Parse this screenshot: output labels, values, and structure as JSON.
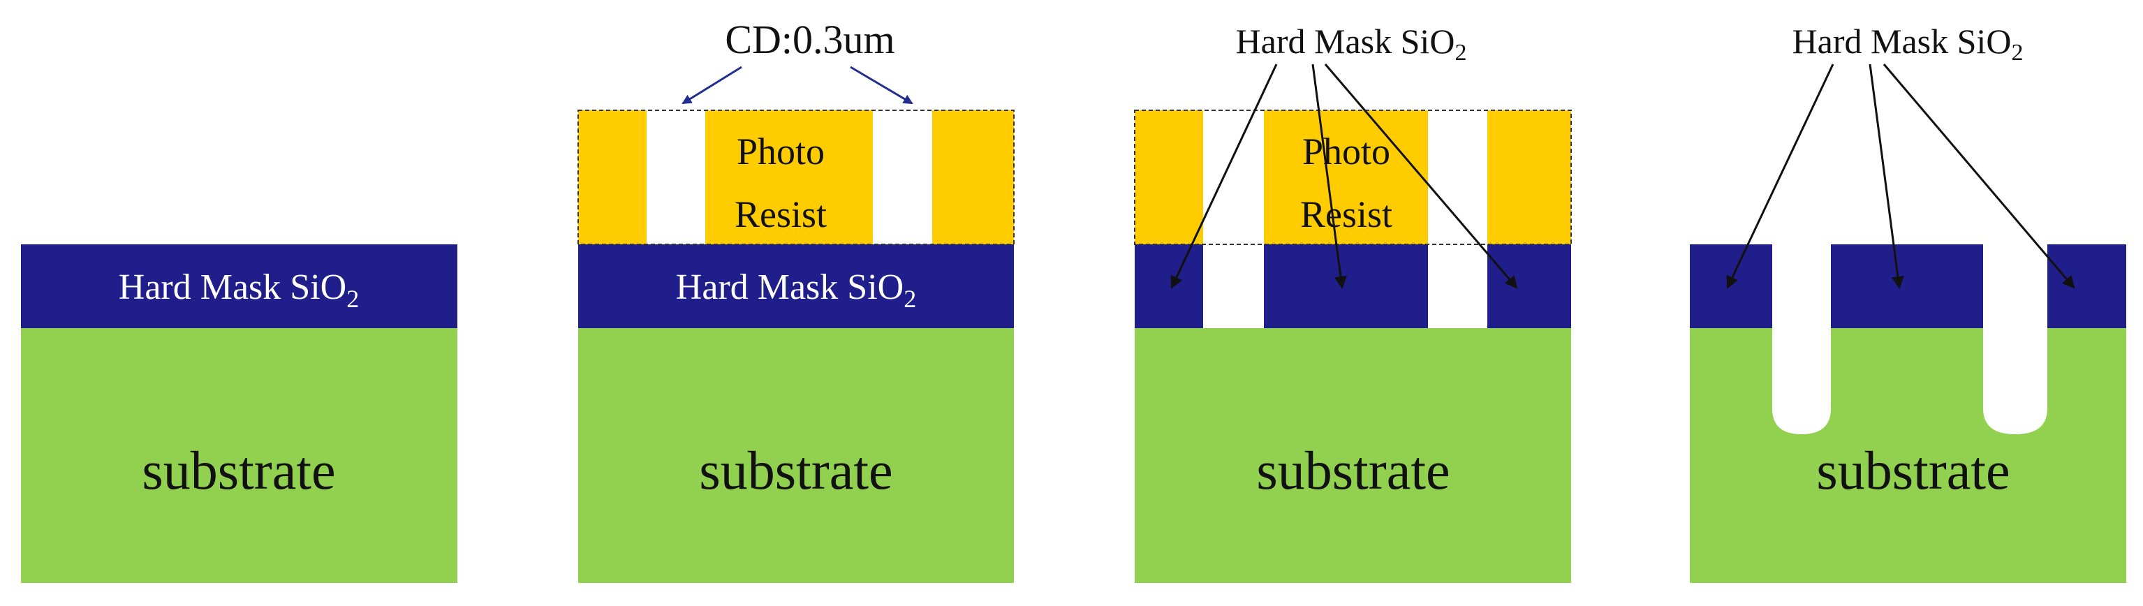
{
  "colors": {
    "substrate": "#92D050",
    "hard_mask": "#1F1E8A",
    "photo_resist": "#FFCC00",
    "outline": "#333333",
    "arrow_blue": "#1F2E8F",
    "arrow_black": "#111111",
    "text_dark": "#111111",
    "text_light": "#FFFFFF"
  },
  "panels": [
    {
      "name": "panel-1",
      "substrate_label": "substrate",
      "hard_mask_label_main": "Hard Mask SiO",
      "hard_mask_label_sub": "2"
    },
    {
      "name": "panel-2",
      "substrate_label": "substrate",
      "hard_mask_label_main": "Hard Mask SiO",
      "hard_mask_label_sub": "2",
      "resist_label_line1": "Photo",
      "resist_label_line2": "Resist",
      "cd_label": "CD:0.3um"
    },
    {
      "name": "panel-3",
      "substrate_label": "substrate",
      "resist_label_line1": "Photo",
      "resist_label_line2": "Resist",
      "callout_main": "Hard Mask SiO",
      "callout_sub": "2"
    },
    {
      "name": "panel-4",
      "substrate_label": "substrate",
      "callout_main": "Hard Mask SiO",
      "callout_sub": "2"
    }
  ]
}
